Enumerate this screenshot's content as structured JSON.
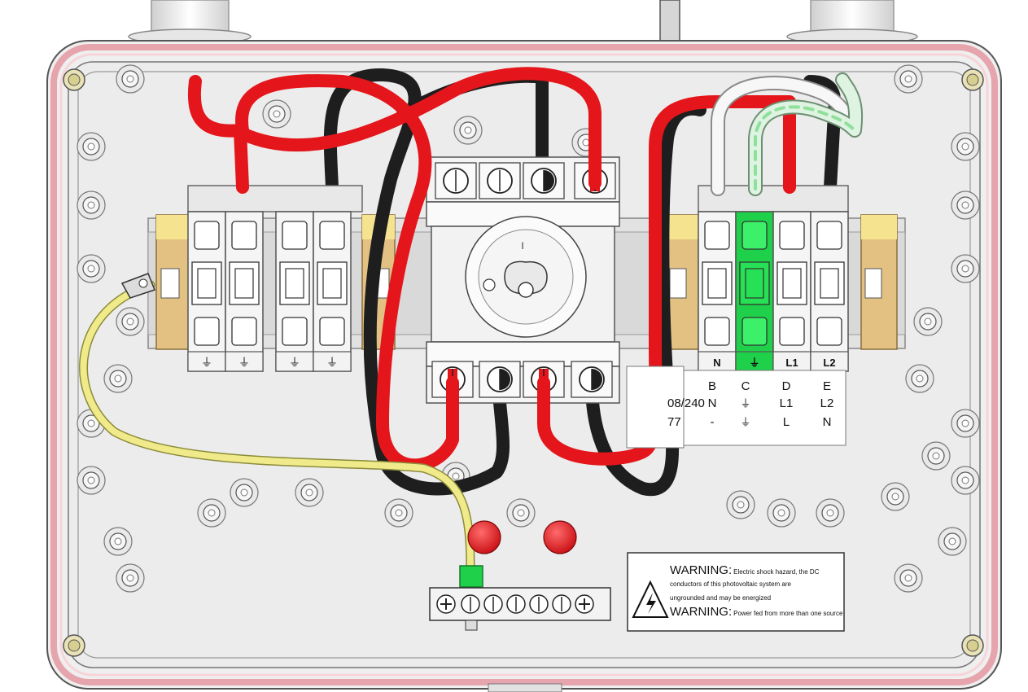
{
  "diagram": {
    "ac_terminal_labels": [
      "N",
      "⏚",
      "L1",
      "L2"
    ],
    "wiring_table": {
      "headers": [
        "B",
        "C",
        "D",
        "E"
      ],
      "rows": [
        {
          "label": "08/240",
          "cells": [
            "N",
            "⏚",
            "L1",
            "L2"
          ]
        },
        {
          "label": "77",
          "cells": [
            "-",
            "⏚",
            "L",
            "N"
          ]
        }
      ]
    },
    "switch_marking": "I",
    "dc_terminal_symbol": "⏚",
    "warning_label": {
      "line1_heading": "WARNING:",
      "line1_text": "Electric shock hazard, the DC",
      "line2_text": "conductors of this photovoltaic system are",
      "line3_text": "ungrounded and may be energized",
      "line4_heading": "WARNING:",
      "line4_text": "Power fed from more than one source"
    },
    "colors": {
      "wire_red": "#e4161b",
      "wire_black": "#1e1e1e",
      "wire_white": "#f7f7f7",
      "wire_green_stripe": "#8fe09a",
      "ground_wire": "#e6e07a",
      "ground_terminal": "#1fd14a",
      "enclosure_seal": "#f2a9b0",
      "din_bracket": "#e2c183",
      "knockout_red": "#e8141b"
    }
  }
}
